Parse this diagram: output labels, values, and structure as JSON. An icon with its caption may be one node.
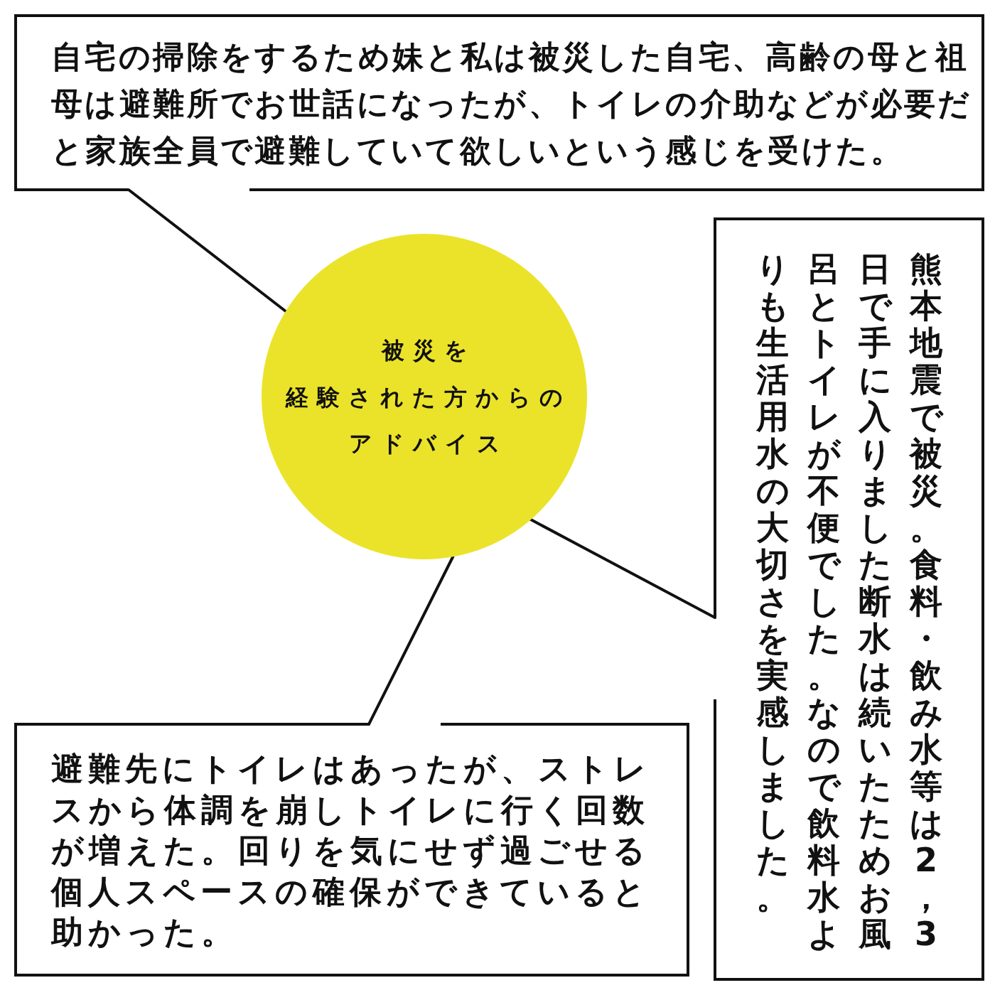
{
  "diagram": {
    "nodes": [
      {
        "text": [
          "自宅の掃除をするため妹と私は被災した自宅、高齢の母と祖母は避難所でお世話になったが、トイレの介助などが必要だと家族全員で避難していて欲しいという感じを受けた。"
        ]
      },
      {
        "text": [
          "被災を",
          "経験された方からの",
          "アドバイス"
        ]
      },
      {
        "text": [
          "熊本地震で被災。食料・飲み水等は2，3日で手に入りました断水は続いたためお風呂とトイレが不便でした。なので飲料水よりも生活用水の大切さを実感しました。"
        ]
      },
      {
        "text": [
          "避難先にトイレはあったが、ストレスから体調を崩しトイレに行く回数が増えた。回りを気にせず過ごせる個人スペースの確保ができていると助かった。"
        ]
      }
    ],
    "edges": [
      {
        "from": 1,
        "to": 0,
        "arrow": "none"
      },
      {
        "from": 1,
        "to": 2,
        "arrow": "none"
      },
      {
        "from": 1,
        "to": 3,
        "arrow": "none"
      }
    ]
  }
}
